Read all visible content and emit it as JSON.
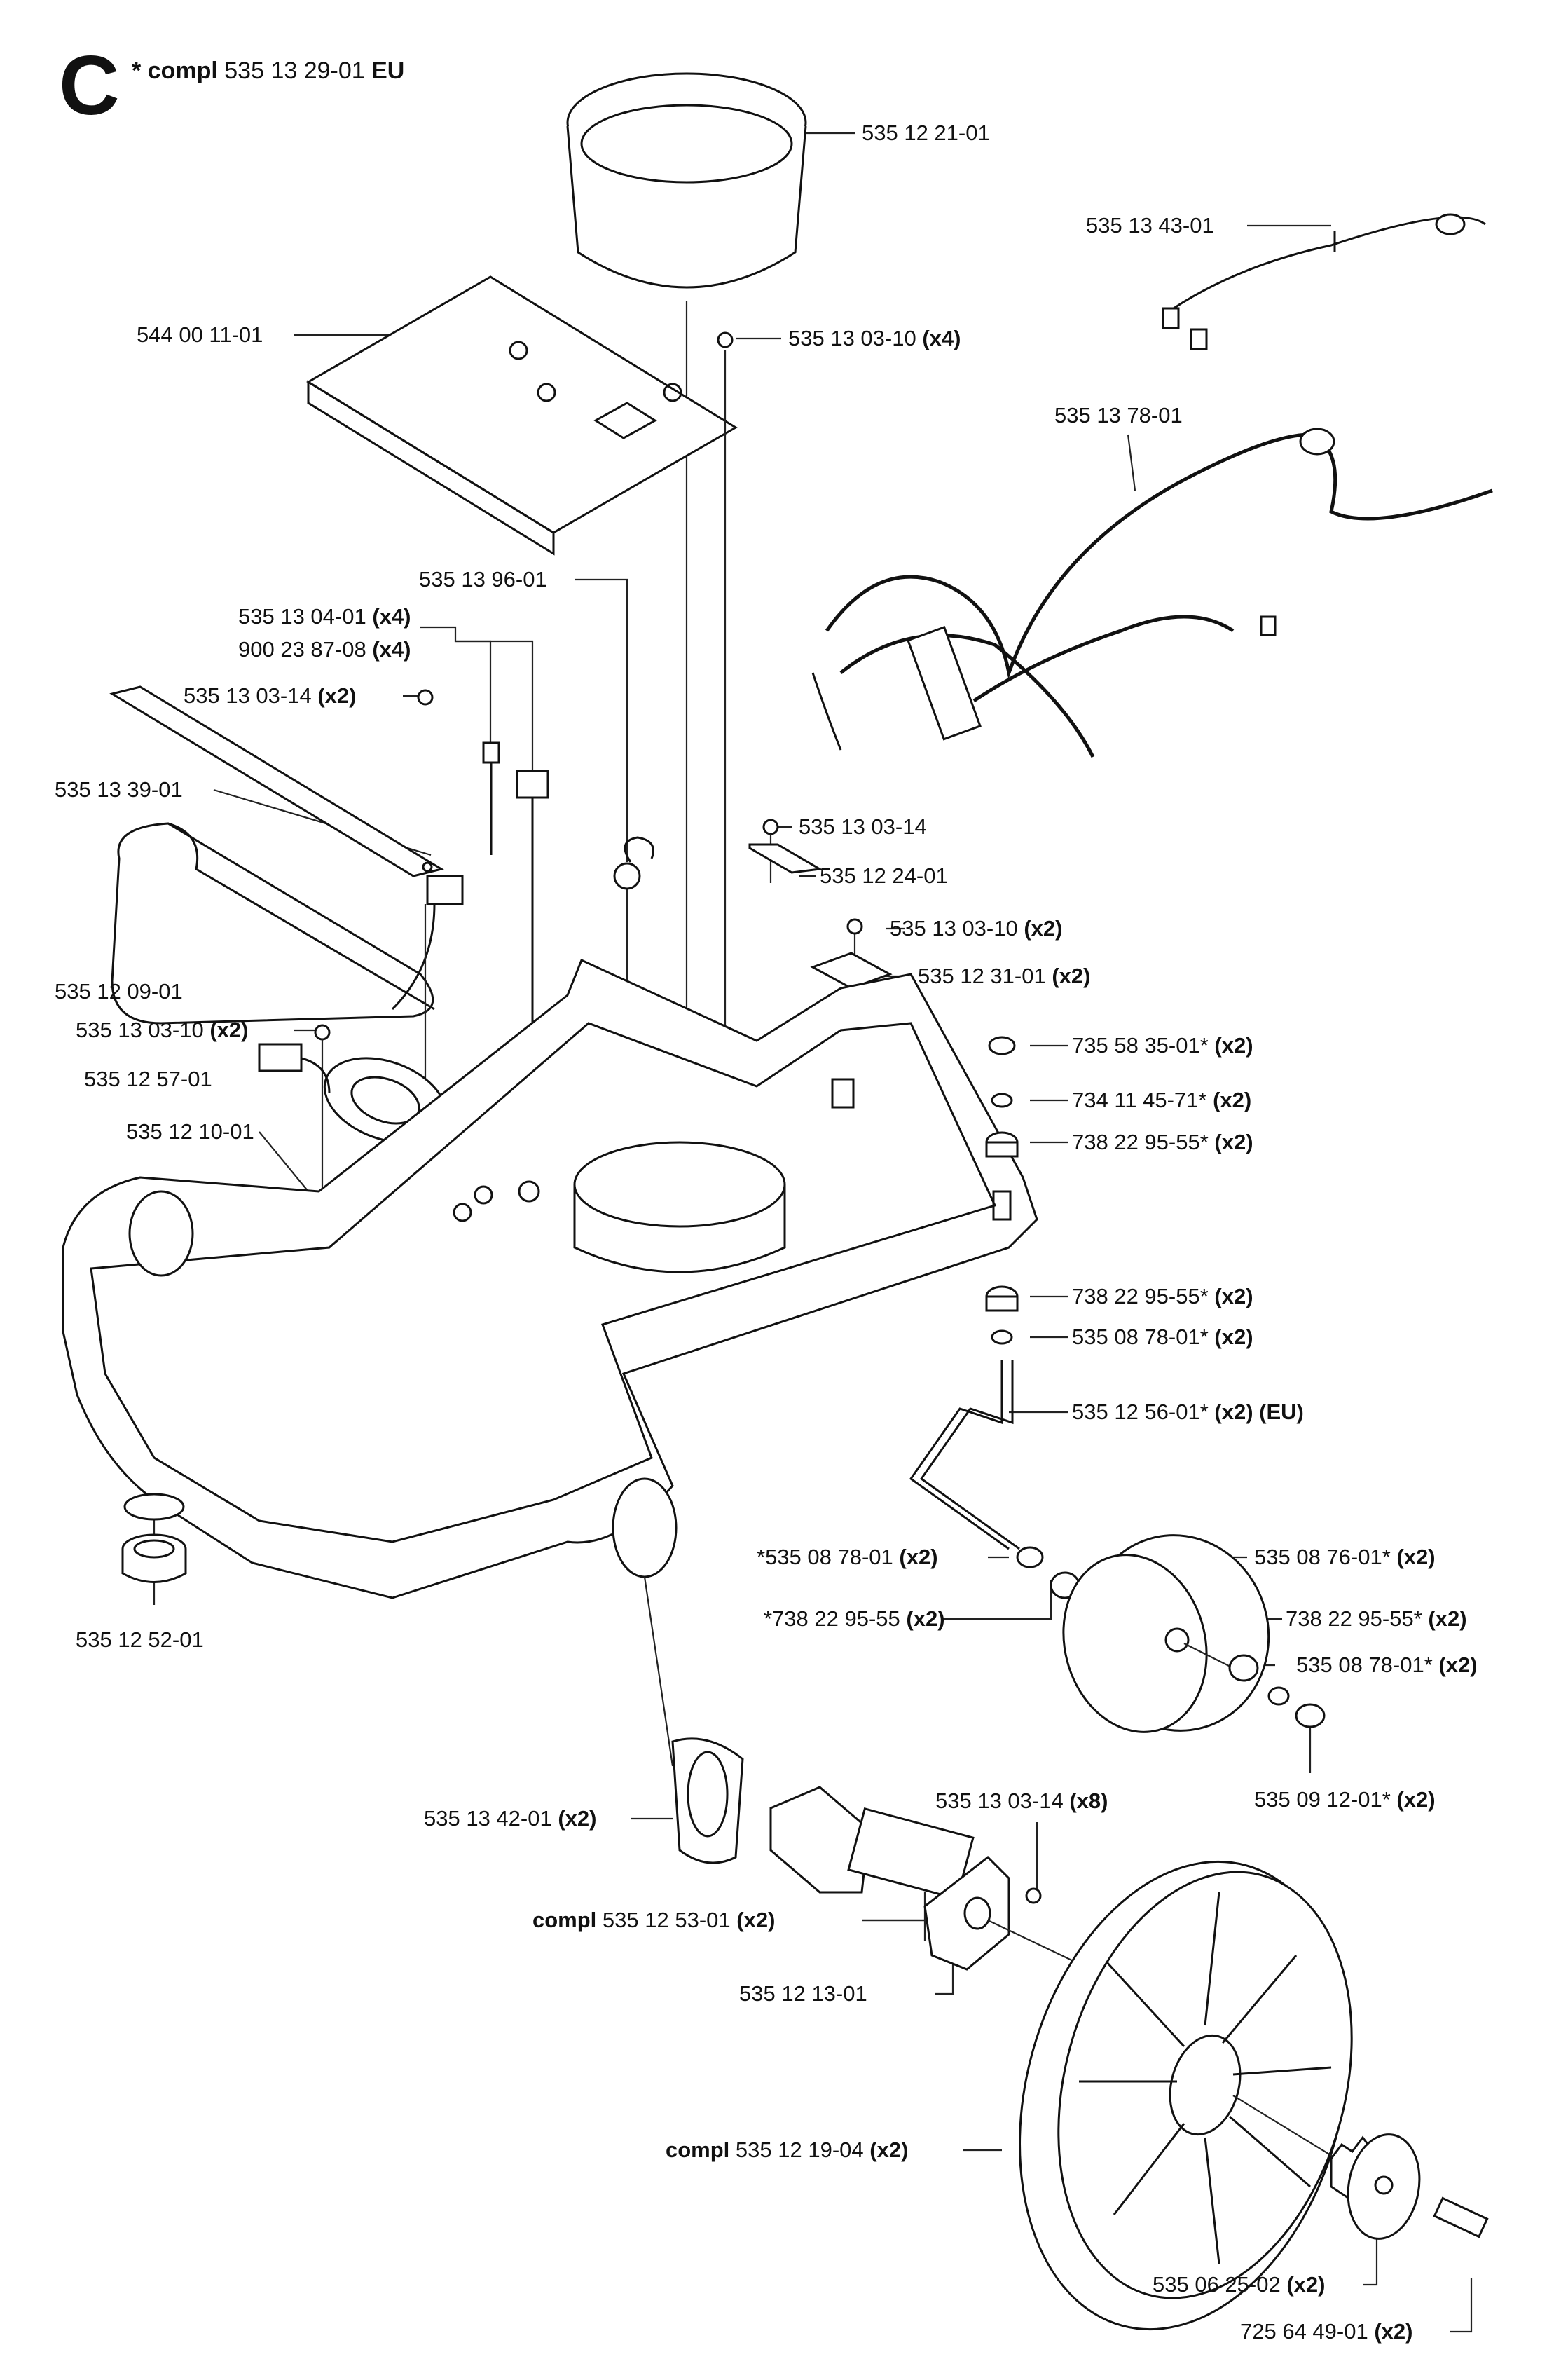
{
  "section": "C",
  "header": {
    "prefix": "* compl",
    "number": "535 13 29-01",
    "suffix": "EU"
  },
  "callouts": [
    {
      "id": "c01",
      "bold_before": "",
      "number": "535 12 21-01",
      "qty": ""
    },
    {
      "id": "c02",
      "bold_before": "",
      "number": "535 13 43-01",
      "qty": ""
    },
    {
      "id": "c03",
      "bold_before": "",
      "number": "544 00 11-01",
      "qty": ""
    },
    {
      "id": "c04",
      "bold_before": "",
      "number": "535 13 03-10",
      "qty": "(x4)"
    },
    {
      "id": "c05",
      "bold_before": "",
      "number": "535 13 78-01",
      "qty": ""
    },
    {
      "id": "c06",
      "bold_before": "",
      "number": "535 13 96-01",
      "qty": ""
    },
    {
      "id": "c07",
      "bold_before": "",
      "number": "535 13 04-01",
      "qty": "(x4)"
    },
    {
      "id": "c08",
      "bold_before": "",
      "number": "900 23 87-08",
      "qty": "(x4)"
    },
    {
      "id": "c09",
      "bold_before": "",
      "number": "535 13 03-14",
      "qty": "(x2)"
    },
    {
      "id": "c10",
      "bold_before": "",
      "number": "535 13 39-01",
      "qty": ""
    },
    {
      "id": "c11",
      "bold_before": "",
      "number": "535 13 03-14",
      "qty": ""
    },
    {
      "id": "c12",
      "bold_before": "",
      "number": "535 12 24-01",
      "qty": ""
    },
    {
      "id": "c13",
      "bold_before": "",
      "number": "535 13 03-10",
      "qty": "(x2)"
    },
    {
      "id": "c14",
      "bold_before": "",
      "number": "535 12 31-01",
      "qty": "(x2)"
    },
    {
      "id": "c15",
      "bold_before": "",
      "number": "535 12 09-01",
      "qty": ""
    },
    {
      "id": "c16",
      "bold_before": "",
      "number": "535 13 03-10",
      "qty": "(x2)"
    },
    {
      "id": "c17",
      "bold_before": "",
      "number": "735 58 35-01*",
      "qty": "(x2)"
    },
    {
      "id": "c18",
      "bold_before": "",
      "number": "535 12 57-01",
      "qty": ""
    },
    {
      "id": "c19",
      "bold_before": "",
      "number": "734 11 45-71*",
      "qty": "(x2)"
    },
    {
      "id": "c20",
      "bold_before": "",
      "number": "535 12 10-01",
      "qty": ""
    },
    {
      "id": "c21",
      "bold_before": "",
      "number": "738 22 95-55*",
      "qty": "(x2)"
    },
    {
      "id": "c22",
      "bold_before": "",
      "number": "738 22 95-55*",
      "qty": "(x2)"
    },
    {
      "id": "c23",
      "bold_before": "",
      "number": "535 08 78-01*",
      "qty": "(x2)"
    },
    {
      "id": "c24",
      "bold_before": "",
      "number": "535 12 56-01*",
      "qty": "(x2) (EU)"
    },
    {
      "id": "c25",
      "bold_before": "",
      "number": "*535 08 78-01",
      "qty": "(x2)"
    },
    {
      "id": "c26",
      "bold_before": "",
      "number": "535 08 76-01*",
      "qty": "(x2)"
    },
    {
      "id": "c27",
      "bold_before": "",
      "number": "*738 22 95-55",
      "qty": "(x2)"
    },
    {
      "id": "c28",
      "bold_before": "",
      "number": "738 22 95-55*",
      "qty": "(x2)"
    },
    {
      "id": "c29",
      "bold_before": "",
      "number": "535 12 52-01",
      "qty": ""
    },
    {
      "id": "c30",
      "bold_before": "",
      "number": "535 08 78-01*",
      "qty": "(x2)"
    },
    {
      "id": "c31",
      "bold_before": "",
      "number": "535 09 12-01*",
      "qty": "(x2)"
    },
    {
      "id": "c32",
      "bold_before": "",
      "number": "535 13 42-01",
      "qty": "(x2)"
    },
    {
      "id": "c33",
      "bold_before": "",
      "number": "535 13 03-14",
      "qty": "(x8)"
    },
    {
      "id": "c34",
      "bold_before": "compl",
      "number": "535 12 53-01",
      "qty": "(x2)"
    },
    {
      "id": "c35",
      "bold_before": "",
      "number": "535 12 13-01",
      "qty": ""
    },
    {
      "id": "c36",
      "bold_before": "compl",
      "number": "535 12 19-04",
      "qty": "(x2)"
    },
    {
      "id": "c37",
      "bold_before": "",
      "number": "535 06 25-02",
      "qty": "(x2)"
    },
    {
      "id": "c38",
      "bold_before": "",
      "number": "725 64 49-01",
      "qty": "(x2)"
    }
  ]
}
